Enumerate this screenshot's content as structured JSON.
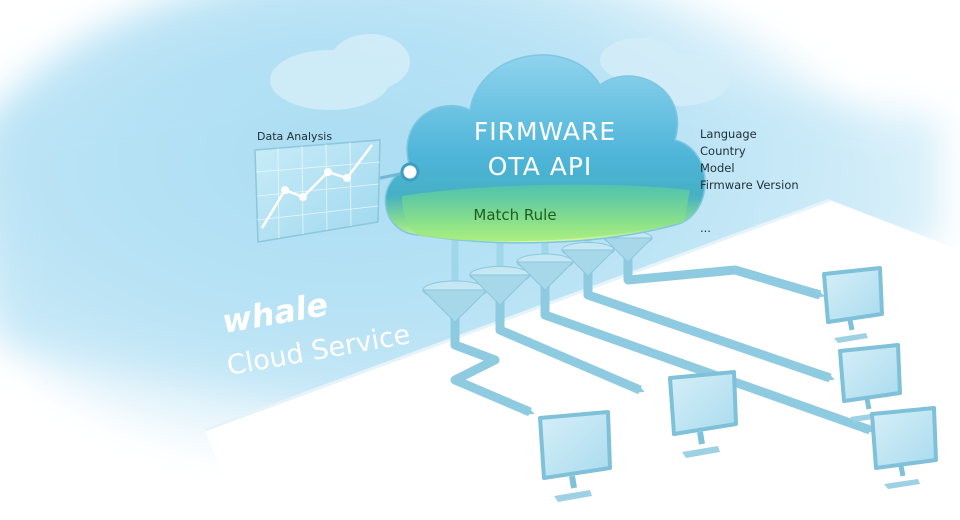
{
  "cloud": {
    "title_line1": "FIRMWARE",
    "title_line2": "OTA API",
    "match_rule": "Match Rule"
  },
  "data_panel": {
    "label": "Data Analysis"
  },
  "attributes": [
    "Language",
    "Country",
    "Model",
    "Firmware Version",
    "..."
  ],
  "brand": {
    "logo_text": "whale",
    "service_text": "Cloud Service"
  },
  "colors": {
    "sky": "#a9dcf3",
    "cloud_top": "#4fb6d9",
    "match_green": "#7fe07a",
    "pipe": "#8fcbe0",
    "monitor": "#bfe3f3",
    "floor": "#ffffff"
  }
}
